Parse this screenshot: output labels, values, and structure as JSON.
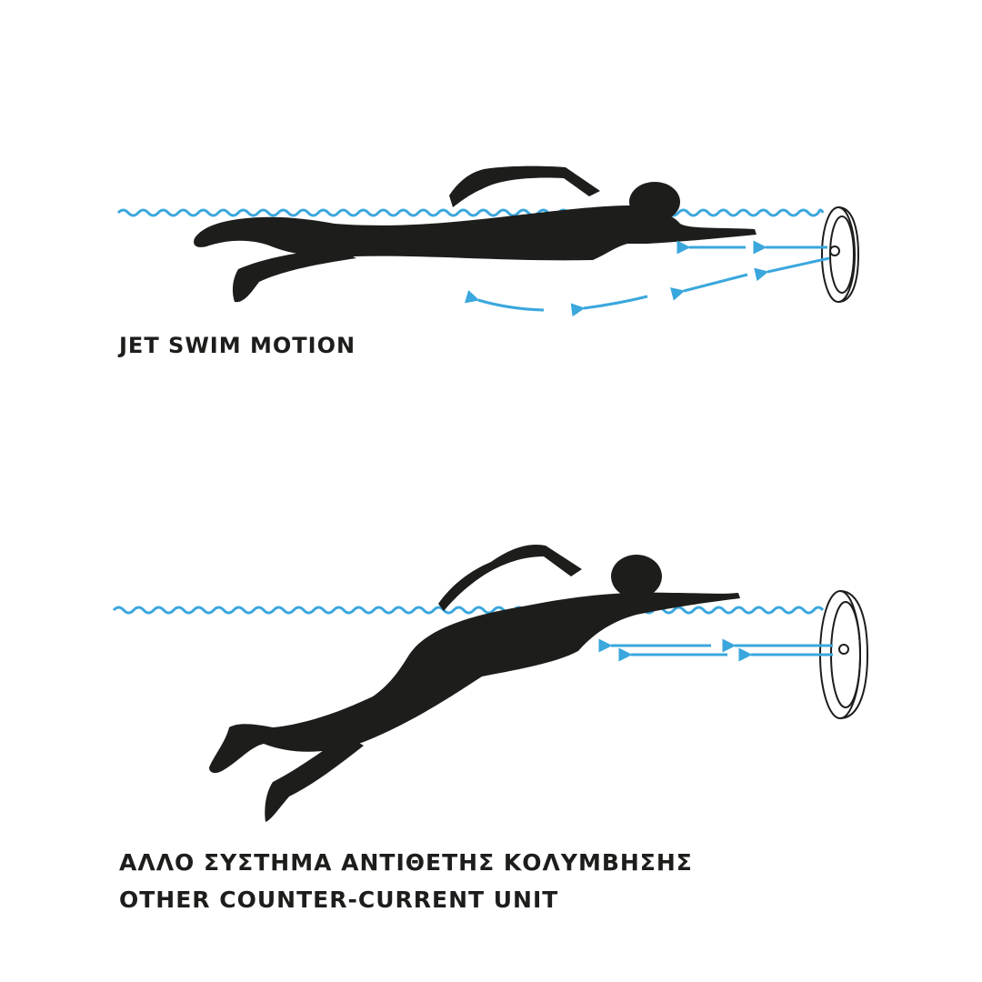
{
  "panels": [
    {
      "caption": "JET SWIM MOTION"
    },
    {
      "caption_greek": "ΑΛΛΟ ΣΥΣΤΗΜΑ ΑΝΤΙΘΕΤΗΣ ΚΟΛΥΜΒΗΣΗΣ",
      "caption": "OTHER COUNTER-CURRENT UNIT"
    }
  ],
  "colors": {
    "water": "#3aa7dd",
    "flow_arrows": "#3aa7dd",
    "silhouette": "#1d1d1b",
    "outline": "#1d1d1b"
  },
  "icons": [
    "swimmer-silhouette",
    "wave-line",
    "jet-unit",
    "flow-arrow"
  ]
}
